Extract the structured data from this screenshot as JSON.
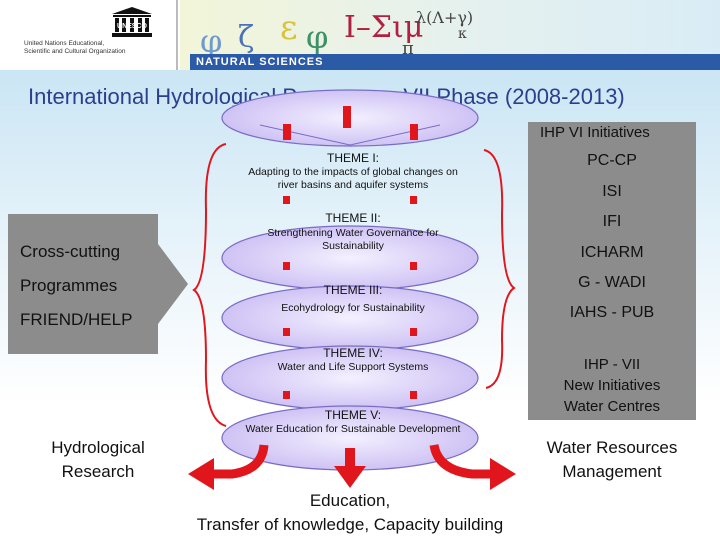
{
  "header": {
    "unesco_wordmark": "UNESCO",
    "unesco_org_line1": "United Nations Educational,",
    "unesco_org_line2": "Scientific and Cultural Organization",
    "banner_label": "NATURAL SCIENCES"
  },
  "title": "International Hydrological Programme VII Phase (2008-2013)",
  "ihp6": {
    "heading": "IHP VI Initiatives",
    "items": [
      "PC-CP",
      "ISI",
      "IFI",
      "ICHARM",
      "G - WADI",
      "IAHS - PUB"
    ]
  },
  "ihp7": {
    "line1": "IHP - VII",
    "line2": "New Initiatives",
    "line3": "Water Centres"
  },
  "crosscutting": {
    "line1": "Cross-cutting",
    "line2": "Programmes",
    "line3": "FRIEND/HELP"
  },
  "themes": [
    {
      "title": "THEME I:",
      "desc": "Adapting to the impacts of global changes on river basins and aquifer systems"
    },
    {
      "title": "THEME II:",
      "desc": "Strengthening Water Governance for Sustainability"
    },
    {
      "title": "THEME III:",
      "desc": "Ecohydrology for Sustainability"
    },
    {
      "title": "THEME IV:",
      "desc": "Water and Life Support Systems"
    },
    {
      "title": "THEME V:",
      "desc": "Water Education for Sustainable Development"
    }
  ],
  "outputs": {
    "research_line1": "Hydrological",
    "research_line2": "Research",
    "management_line1": "Water Resources",
    "management_line2": "Management",
    "education_line1": "Education,",
    "education_line2": "Transfer of knowledge, Capacity building"
  },
  "colors": {
    "title_blue": "#2b3f8f",
    "accent_red": "#e0161c",
    "box_grey": "#8c8c8c",
    "banner_blue": "#2b5aa6"
  }
}
